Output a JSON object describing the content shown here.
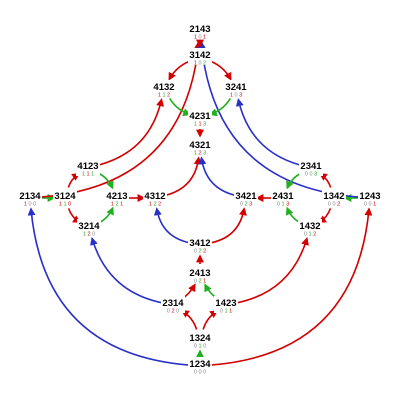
{
  "colors": {
    "red": "#d40000",
    "green": "#20b020",
    "blue": "#2830c8",
    "code_gray": "#888888"
  },
  "nodes": [
    {
      "id": "2143",
      "label": "2143",
      "code": [
        "1",
        "0",
        "1"
      ],
      "code_colors": [
        "red",
        "gray",
        "red"
      ]
    },
    {
      "id": "3142",
      "label": "3142",
      "code": [
        "1",
        "0",
        "2"
      ],
      "code_colors": [
        "red",
        "gray",
        "green"
      ]
    },
    {
      "id": "4132",
      "label": "4132",
      "code": [
        "1",
        "1",
        "2"
      ],
      "code_colors": [
        "red",
        "green",
        "red"
      ]
    },
    {
      "id": "3241",
      "label": "3241",
      "code": [
        "1",
        "0",
        "3"
      ],
      "code_colors": [
        "red",
        "gray",
        "red"
      ]
    },
    {
      "id": "4231",
      "label": "4231",
      "code": [
        "1",
        "1",
        "3"
      ],
      "code_colors": [
        "green",
        "red",
        "green"
      ]
    },
    {
      "id": "4321",
      "label": "4321",
      "code": [
        "1",
        "2",
        "3"
      ],
      "code_colors": [
        "green",
        "red",
        "green"
      ]
    },
    {
      "id": "4123",
      "label": "4123",
      "code": [
        "1",
        "1",
        "1"
      ],
      "code_colors": [
        "green",
        "red",
        "green"
      ]
    },
    {
      "id": "2341",
      "label": "2341",
      "code": [
        "0",
        "0",
        "3"
      ],
      "code_colors": [
        "gray",
        "gray",
        "green"
      ]
    },
    {
      "id": "2134",
      "label": "2134",
      "code": [
        "1",
        "0",
        "0"
      ],
      "code_colors": [
        "red",
        "gray",
        "gray"
      ]
    },
    {
      "id": "3124",
      "label": "3124",
      "code": [
        "1",
        "1",
        "0"
      ],
      "code_colors": [
        "red",
        "green",
        "red"
      ]
    },
    {
      "id": "4213",
      "label": "4213",
      "code": [
        "1",
        "2",
        "1"
      ],
      "code_colors": [
        "red",
        "green",
        "red"
      ]
    },
    {
      "id": "4312",
      "label": "4312",
      "code": [
        "1",
        "2",
        "2"
      ],
      "code_colors": [
        "red",
        "green",
        "red"
      ]
    },
    {
      "id": "3421",
      "label": "3421",
      "code": [
        "0",
        "2",
        "3"
      ],
      "code_colors": [
        "gray",
        "green",
        "red"
      ]
    },
    {
      "id": "2431",
      "label": "2431",
      "code": [
        "0",
        "1",
        "3"
      ],
      "code_colors": [
        "gray",
        "green",
        "red"
      ]
    },
    {
      "id": "1342",
      "label": "1342",
      "code": [
        "0",
        "0",
        "2"
      ],
      "code_colors": [
        "gray",
        "gray",
        "red"
      ]
    },
    {
      "id": "1243",
      "label": "1243",
      "code": [
        "0",
        "0",
        "1"
      ],
      "code_colors": [
        "gray",
        "gray",
        "red"
      ]
    },
    {
      "id": "3214",
      "label": "3214",
      "code": [
        "1",
        "2",
        "0"
      ],
      "code_colors": [
        "green",
        "red",
        "gray"
      ]
    },
    {
      "id": "1432",
      "label": "1432",
      "code": [
        "0",
        "1",
        "2"
      ],
      "code_colors": [
        "gray",
        "green",
        "red"
      ]
    },
    {
      "id": "3412",
      "label": "3412",
      "code": [
        "0",
        "2",
        "2"
      ],
      "code_colors": [
        "gray",
        "green",
        "red"
      ]
    },
    {
      "id": "2413",
      "label": "2413",
      "code": [
        "0",
        "2",
        "1"
      ],
      "code_colors": [
        "gray",
        "green",
        "red"
      ]
    },
    {
      "id": "2314",
      "label": "2314",
      "code": [
        "0",
        "2",
        "0"
      ],
      "code_colors": [
        "gray",
        "red",
        "gray"
      ]
    },
    {
      "id": "1423",
      "label": "1423",
      "code": [
        "0",
        "1",
        "1"
      ],
      "code_colors": [
        "gray",
        "green",
        "red"
      ]
    },
    {
      "id": "1324",
      "label": "1324",
      "code": [
        "0",
        "1",
        "0"
      ],
      "code_colors": [
        "gray",
        "green",
        "gray"
      ]
    },
    {
      "id": "1234",
      "label": "1234",
      "code": [
        "0",
        "0",
        "0"
      ],
      "code_colors": [
        "gray",
        "gray",
        "gray"
      ]
    }
  ],
  "edges": [
    {
      "from": "1234",
      "to": "1324",
      "color": "green"
    },
    {
      "from": "1234",
      "to": "2134",
      "color": "blue"
    },
    {
      "from": "1234",
      "to": "1243",
      "color": "red"
    },
    {
      "from": "1324",
      "to": "2314",
      "color": "red"
    },
    {
      "from": "1324",
      "to": "1423",
      "color": "red"
    },
    {
      "from": "2314",
      "to": "2413",
      "color": "red"
    },
    {
      "from": "1423",
      "to": "2413",
      "color": "green"
    },
    {
      "from": "2314",
      "to": "3214",
      "color": "blue"
    },
    {
      "from": "1423",
      "to": "1432",
      "color": "red"
    },
    {
      "from": "2413",
      "to": "3412",
      "color": "red"
    },
    {
      "from": "3412",
      "to": "4312",
      "color": "blue"
    },
    {
      "from": "3412",
      "to": "3421",
      "color": "red"
    },
    {
      "from": "2134",
      "to": "3124",
      "color": "green"
    },
    {
      "from": "2134",
      "to": "2143",
      "color": "red"
    },
    {
      "from": "3124",
      "to": "4123",
      "color": "red"
    },
    {
      "from": "3124",
      "to": "3214",
      "color": "red"
    },
    {
      "from": "4123",
      "to": "4213",
      "color": "green"
    },
    {
      "from": "3214",
      "to": "4213",
      "color": "green"
    },
    {
      "from": "4213",
      "to": "4312",
      "color": "red"
    },
    {
      "from": "4123",
      "to": "4132",
      "color": "red"
    },
    {
      "from": "4312",
      "to": "4321",
      "color": "red"
    },
    {
      "from": "3421",
      "to": "4321",
      "color": "blue"
    },
    {
      "from": "1243",
      "to": "1342",
      "color": "green"
    },
    {
      "from": "1243",
      "to": "2143",
      "color": "blue"
    },
    {
      "from": "1342",
      "to": "2341",
      "color": "red"
    },
    {
      "from": "1342",
      "to": "1432",
      "color": "red"
    },
    {
      "from": "1432",
      "to": "2431",
      "color": "green"
    },
    {
      "from": "2341",
      "to": "2431",
      "color": "green"
    },
    {
      "from": "2431",
      "to": "3421",
      "color": "red"
    },
    {
      "from": "2341",
      "to": "3241",
      "color": "blue"
    },
    {
      "from": "2143",
      "to": "3142",
      "color": "red"
    },
    {
      "from": "3142",
      "to": "4132",
      "color": "red"
    },
    {
      "from": "3142",
      "to": "3241",
      "color": "red"
    },
    {
      "from": "4132",
      "to": "4231",
      "color": "green"
    },
    {
      "from": "3241",
      "to": "4231",
      "color": "green"
    },
    {
      "from": "4231",
      "to": "4321",
      "color": "red"
    }
  ]
}
